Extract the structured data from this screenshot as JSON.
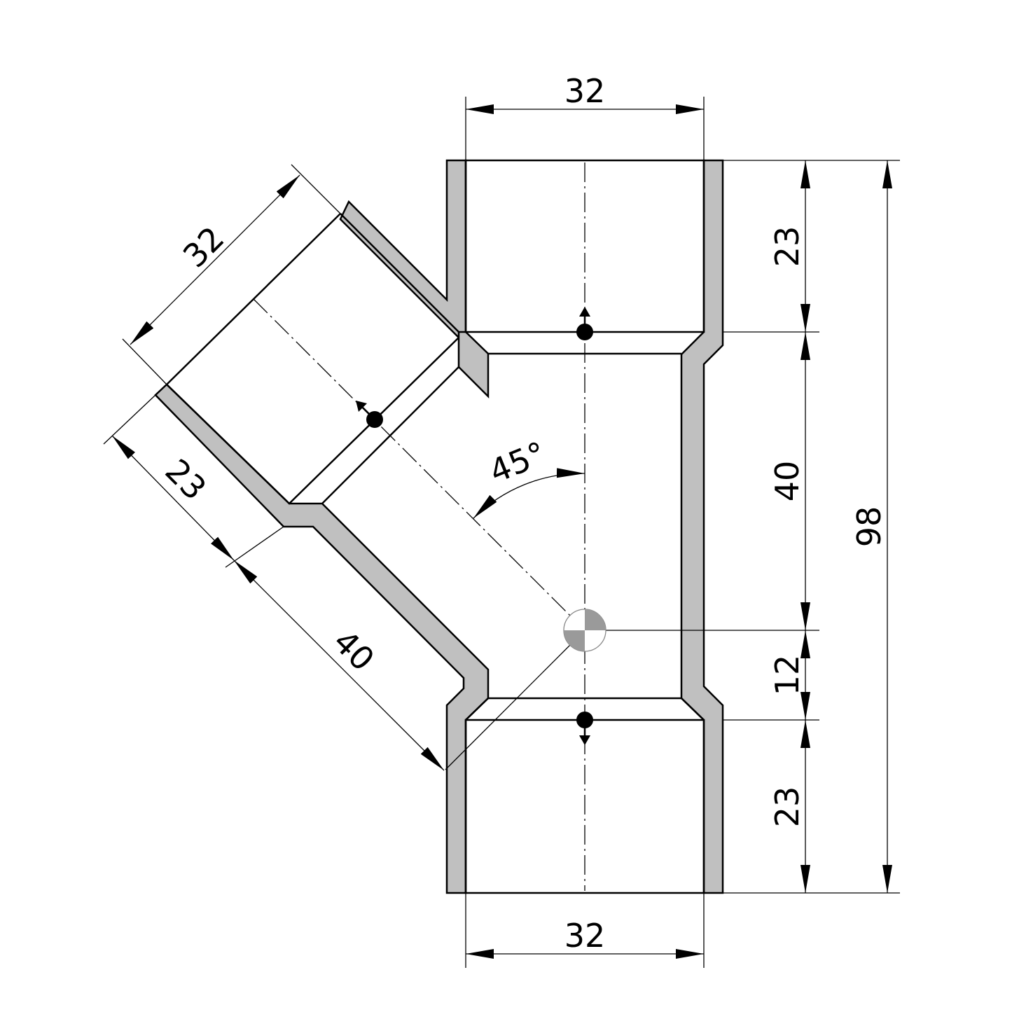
{
  "drawing": {
    "part": "45-degree wye pipe fitting",
    "colors": {
      "wall_fill": "#c0c0c0",
      "outline": "#000000",
      "center_mark": "#9a9a9a",
      "background": "#ffffff"
    }
  },
  "dimensions": {
    "top_width": "32",
    "bottom_width": "32",
    "branch_width": "32",
    "branch_socket_depth": "23",
    "branch_length": "40",
    "angle": "45°",
    "right_top_socket": "23",
    "right_middle": "40",
    "right_offset": "12",
    "right_bottom_socket": "23",
    "overall_height": "98"
  }
}
